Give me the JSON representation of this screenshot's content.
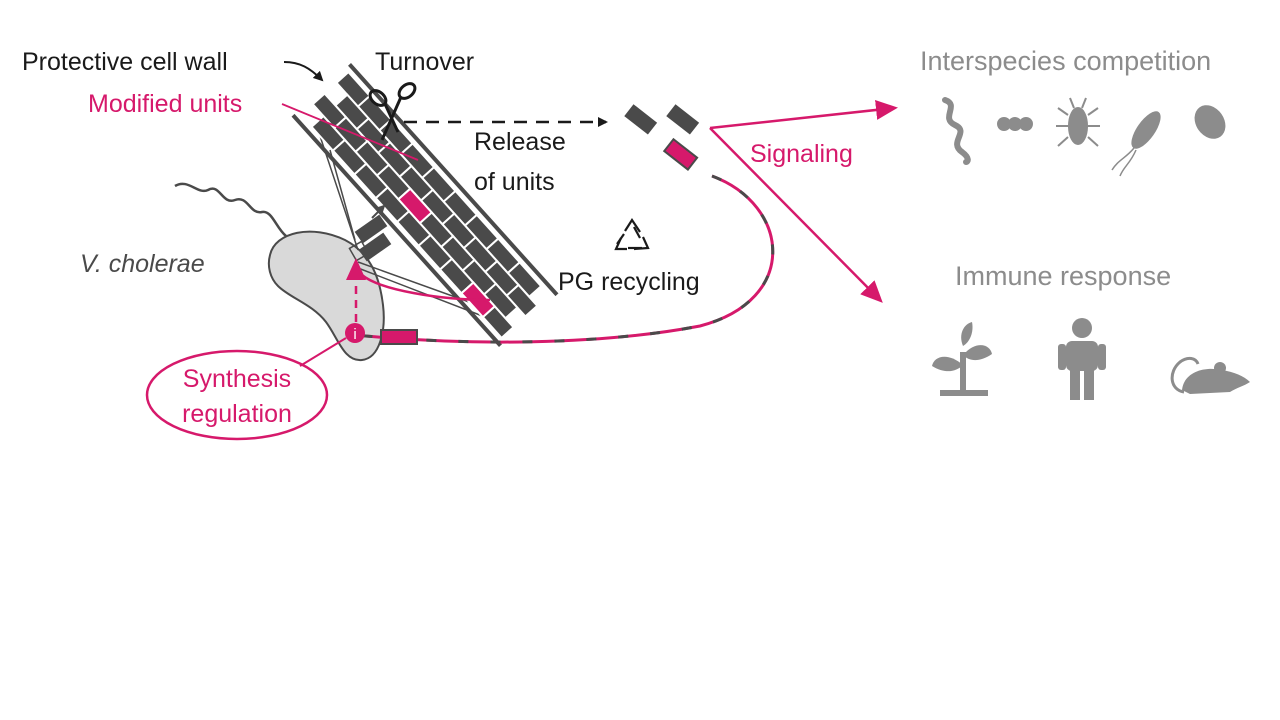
{
  "labels": {
    "cell_wall": "Protective cell wall",
    "modified_units": "Modified units",
    "turnover": "Turnover",
    "release_line1": "Release",
    "release_line2": "of units",
    "signaling": "Signaling",
    "pg_recycling": "PG recycling",
    "organism": "V. cholerae",
    "synthesis_line1": "Synthesis",
    "synthesis_line2": "regulation",
    "interspecies": "Interspecies competition",
    "immune": "Immune response",
    "info_marker": "i"
  },
  "colors": {
    "pink": "#d6196b",
    "dark": "#4a4a4a",
    "grey": "#8c8c8c",
    "cell_fill": "#d9d9d9"
  },
  "icons": {
    "turnover": "scissors-icon",
    "recycling": "recycle-icon",
    "interspecies": [
      "spirillum-icon",
      "streptococcus-icon",
      "insect-icon",
      "flagellated-bacterium-icon",
      "yeast-icon"
    ],
    "immune": [
      "plant-icon",
      "human-icon",
      "mouse-icon"
    ]
  }
}
